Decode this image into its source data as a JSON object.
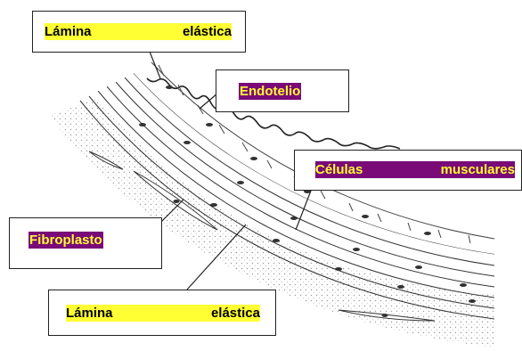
{
  "labels": {
    "lamina_top": {
      "word1": "Lámina",
      "word2": "elástica"
    },
    "endotelio": {
      "text": "Endotelio"
    },
    "celulas": {
      "word1": "Células",
      "word2": "musculares"
    },
    "fibroplasto": {
      "text": "Fibroplasto"
    },
    "lamina_bottom": {
      "word1": "Lámina",
      "word2": "elástica"
    }
  },
  "colors": {
    "highlight_yellow": "#ffff33",
    "highlight_purple": "#7a0a78",
    "line": "#222222"
  }
}
